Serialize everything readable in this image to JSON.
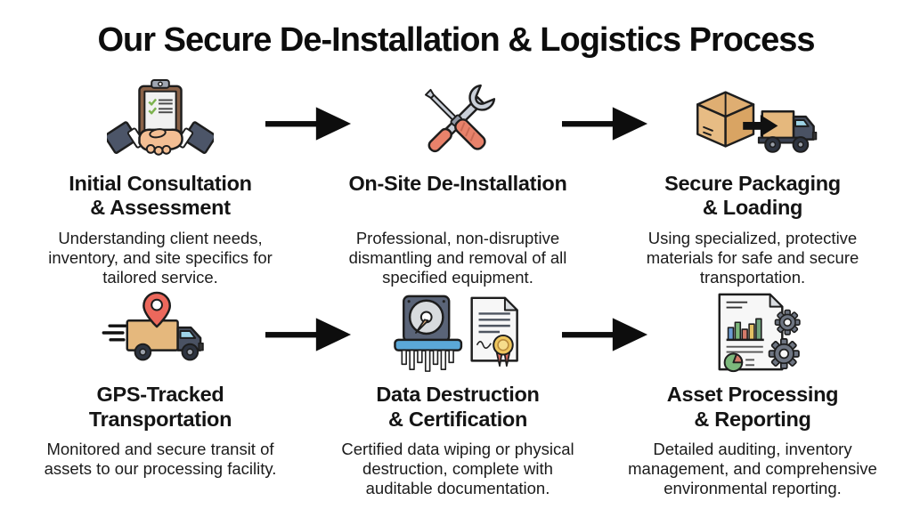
{
  "title": "Our Secure De-Installation & Logistics Process",
  "steps": [
    {
      "icon": "handshake-clipboard-icon",
      "title_line1": "Initial Consultation",
      "title_line2": "& Assessment",
      "description": "Understanding client needs, inventory, and site specifics for tailored service."
    },
    {
      "icon": "crossed-tools-icon",
      "title_line1": "On-Site De-Installation",
      "title_line2": "",
      "description": "Professional, non-disruptive dismantling and removal of all specified equipment."
    },
    {
      "icon": "box-loading-truck-icon",
      "title_line1": "Secure Packaging",
      "title_line2": "& Loading",
      "description": "Using specialized, protective materials for safe and secure transportation."
    },
    {
      "icon": "gps-pin-truck-icon",
      "title_line1": "GPS-Tracked",
      "title_line2": "Transportation",
      "description": "Monitored and secure transit of assets to our processing facility."
    },
    {
      "icon": "harddrive-shredder-certificate-icon",
      "title_line1": "Data Destruction",
      "title_line2": "& Certification",
      "description": "Certified data wiping or physical destruction, complete with auditable documentation."
    },
    {
      "icon": "report-gears-icon",
      "title_line1": "Asset Processing",
      "title_line2": "& Reporting",
      "description": "Detailed auditing, inventory management, and comprehensive environmental reporting."
    }
  ],
  "palette": {
    "background": "#FFFFFF",
    "text": "#111111",
    "arrow": "#0D0D0D",
    "cardboard": "#E5B87D",
    "salmon": "#E8826B",
    "metal_gray": "#C9CFD8",
    "slate": "#4A5263",
    "shredder_blue": "#5BA8D8",
    "seal_gold": "#EFC75E",
    "check_green": "#7CB24E",
    "pin_red": "#EC685C",
    "window_blue": "#9FD4E6"
  }
}
